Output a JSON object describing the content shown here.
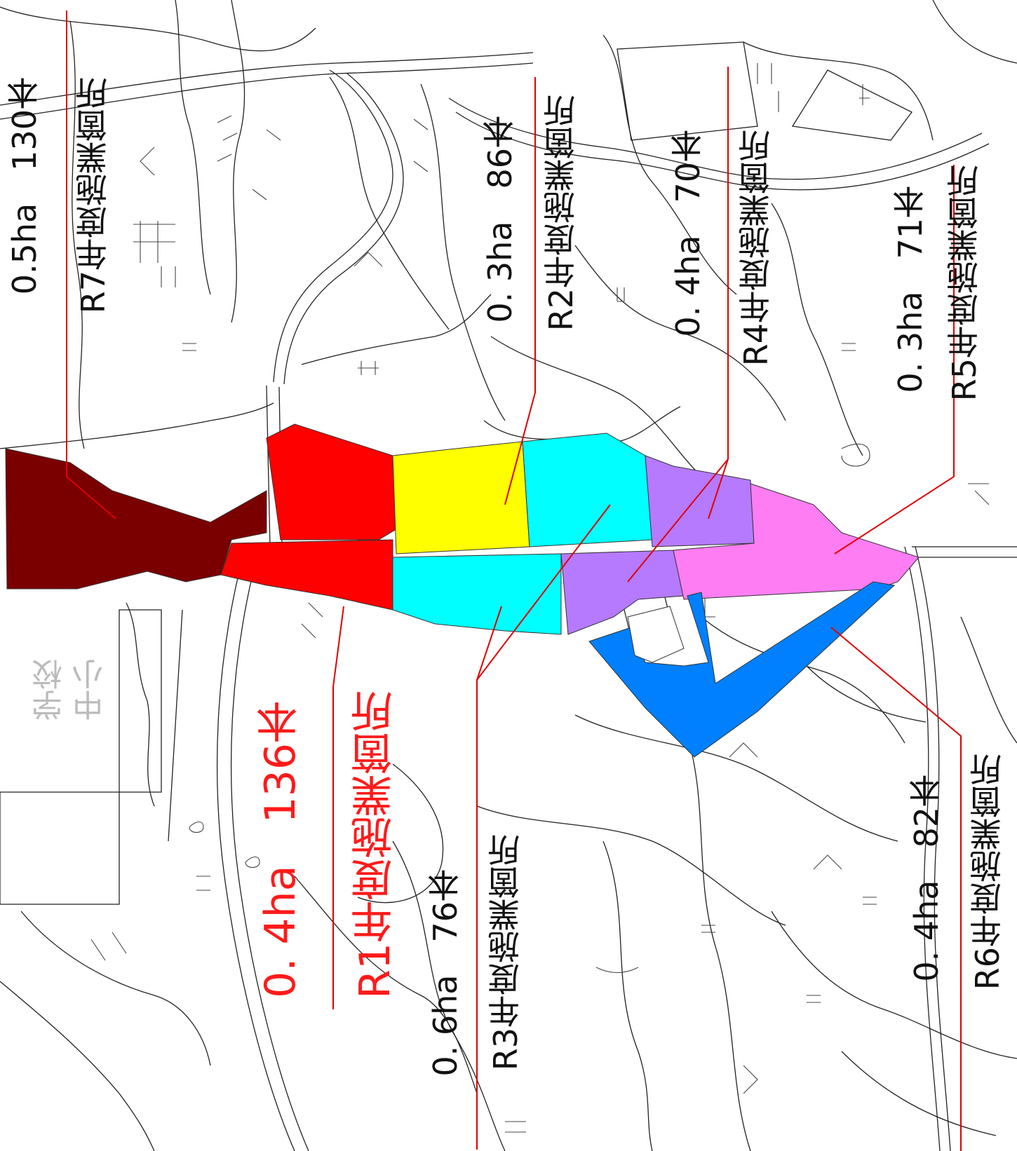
{
  "map": {
    "colors": {
      "r1": "#ff0000",
      "r2": "#ffff00",
      "r3": "#00ffff",
      "r4": "#b57aff",
      "r5": "#ff7df2",
      "r6": "#0080ff",
      "r7": "#7a0000",
      "leader": "#e00000",
      "linework": "#222222"
    },
    "labels": [
      {
        "id": "r1",
        "title": "R1年度施業箇所",
        "detail": "0. 4ha　136本"
      },
      {
        "id": "r2",
        "title": "R2年度施業箇所",
        "detail": "0. 3ha　86本"
      },
      {
        "id": "r3",
        "title": "R3年度施業箇所",
        "detail": "0. 6ha　76本"
      },
      {
        "id": "r4",
        "title": "R4年度施業箇所",
        "detail": "0. 4ha　70本"
      },
      {
        "id": "r5",
        "title": "R5年度施業箇所",
        "detail": "0. 3ha　71本"
      },
      {
        "id": "r6",
        "title": "R6年度施業箇所",
        "detail": "0. 4ha　82本"
      },
      {
        "id": "r7",
        "title": "R7年度施業箇所",
        "detail": "0.5ha　130本"
      }
    ],
    "place_label": {
      "line1": "中小",
      "line2": "学校"
    }
  }
}
